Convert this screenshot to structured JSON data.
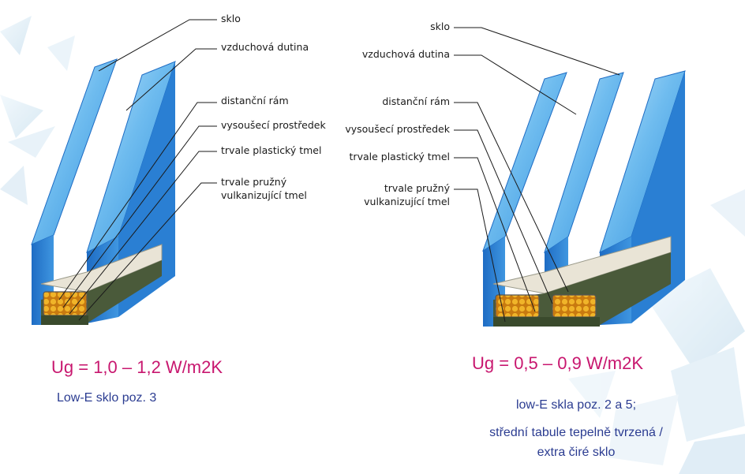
{
  "left": {
    "labels": [
      "sklo",
      "vzduchová dutina",
      "distanční rám",
      "vysoušecí prostředek",
      "trvale plastický tmel",
      "trvale pružný",
      "vulkanizující tmel"
    ],
    "ug": "Ug = 1,0 – 1,2 W/m2K",
    "note": "Low-E sklo poz. 3"
  },
  "right": {
    "labels": [
      "sklo",
      "vzduchová dutina",
      "distanční rám",
      "vysoušecí prostředek",
      "trvale plastický tmel",
      "trvale pružný",
      "vulkanizující tmel"
    ],
    "ug": "Ug = 0,5 – 0,9 W/m2K",
    "note1": "low-E skla poz. 2 a 5;",
    "note2": "střední tabule tepelně tvrzená /",
    "note3": "extra čiré sklo"
  },
  "colors": {
    "glass_front": "#4fa8e6",
    "glass_edge": "#1f6fc8",
    "glass_top": "#2f86d6",
    "desiccant": "#e8a21a",
    "sealant": "#4a5a3a",
    "ug_text": "#c8176f",
    "note_text": "#2b3c91"
  }
}
